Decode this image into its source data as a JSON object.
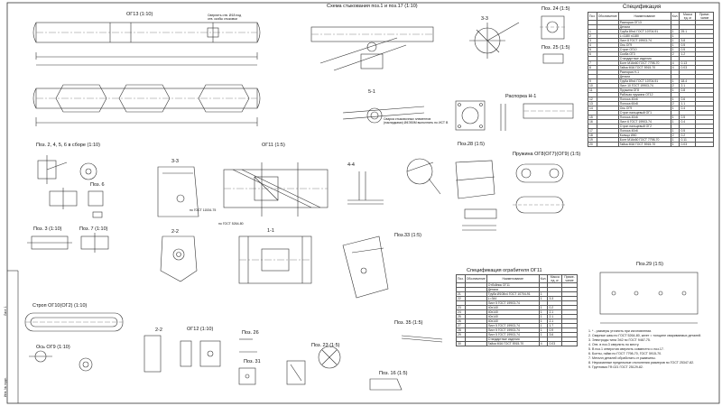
{
  "titles": {
    "og13": "ОГ13",
    "og13_scale": "(1:10)",
    "scheme": "Схема стыкования поз.1 и поз.17",
    "scheme_scale": "(1:10)",
    "pos24": "Поз. 24",
    "pos24_scale": "(1:5)",
    "sec33": "3-3",
    "pos25": "Поз. 25",
    "pos25_scale": "(1:5)",
    "spec": "Спецификация",
    "rasp": "Распорка Н-1",
    "sec51": "5-1",
    "pos2456": "Поз. 2, 4, 5, 6 в сборе",
    "pos2456_scale": "(1:10)",
    "og11": "ОГ11",
    "og11_scale": "(1:5)",
    "sec3b": "3-3",
    "sec44": "4-4",
    "pos28": "Поз.28",
    "pos28_scale": "(1:5)",
    "spring": "Пружина ОГ8(ОГ7)(ОГ9)",
    "spring_scale": "(1:5)",
    "pos6": "Поз. 6",
    "sec22": "2-2",
    "sec11": "1-1",
    "pos33": "Поз.33",
    "pos33_scale": "(1:5)",
    "pos3": "Поз. 3",
    "pos3_scale": "(1:10)",
    "pos7": "Поз. 7",
    "pos7_scale": "(1:10)",
    "strop": "Строп ОГ10(ОГ2)",
    "strop_scale": "(1:10)",
    "spec11": "Спецификация ограбителя ОГ11",
    "pos29": "Поз.29",
    "pos29_scale": "(1:5)",
    "pos35": "Поз. 35",
    "pos35_scale": "(1:5)",
    "axis": "Ось ОГ9",
    "axis_scale": "(1:10)",
    "sec22b": "2-2",
    "og12": "ОГ12",
    "og12_scale": "(1:10)",
    "pos26": "Поз. 26",
    "pos31": "Поз. 31",
    "pos23": "Поз. 23",
    "pos23_scale": "(1:5)",
    "pos16": "Поз. 16",
    "pos16_scale": "(1:5)"
  },
  "annotations": {
    "drill": "Сверлить отв. Ø18 под",
    "drill2": "отв. скобы стыковки",
    "weld1": "Сварка стыковочных элементов",
    "weld2": "(накладками) Ø4Э50М выполнить по ИСТ В",
    "gost1": "по ГОСТ 11534-75",
    "gost2": "по ГОСТ 5264-80"
  },
  "spec": {
    "headers": [
      "Поз.",
      "Обозначение",
      "Наименование",
      "Кол.",
      "Масса ед. кг",
      "Приме-чание"
    ],
    "rows": [
      [
        "",
        "",
        "Распорка ОГ13",
        "",
        "",
        ""
      ],
      [
        "",
        "",
        "Детали",
        "",
        "",
        ""
      ],
      [
        "1",
        "",
        "Труба 89х4 ГОСТ 10704-91",
        "1",
        "25.1",
        ""
      ],
      [
        "2",
        "",
        "L=1180 х1180",
        "1",
        "",
        ""
      ],
      [
        "3",
        "",
        "Лист 8 ГОСТ 19903-74",
        "1",
        "3.8",
        ""
      ],
      [
        "4",
        "",
        "Ось ОГ9",
        "1",
        "0.5",
        ""
      ],
      [
        "5",
        "",
        "Строп ОГ10",
        "1",
        "0.5",
        ""
      ],
      [
        "6",
        "",
        "Скоба ОГ3",
        "2",
        "1.2",
        ""
      ],
      [
        "",
        "",
        "Стандартные изделия",
        "",
        "",
        ""
      ],
      [
        "7",
        "",
        "Болт М16х60 ГОСТ 7798-70",
        "4",
        "0.13",
        ""
      ],
      [
        "8",
        "",
        "Гайка М16 ГОСТ 5915-70",
        "4",
        "0.03",
        ""
      ],
      [
        "",
        "",
        "Распорка Н-1",
        "",
        "",
        ""
      ],
      [
        "",
        "",
        "Детали",
        "",
        "",
        ""
      ],
      [
        "9",
        "",
        "Труба 89х4 ГОСТ 10704-91",
        "1",
        "18.4",
        ""
      ],
      [
        "10",
        "",
        "Лист 10 ГОСТ 19903-74",
        "2",
        "2.1",
        ""
      ],
      [
        "11",
        "",
        "Пружина ОГ8",
        "1",
        "0.8",
        ""
      ],
      [
        "",
        "",
        "Рабочая пружина ОГ12",
        "",
        "",
        ""
      ],
      [
        "12",
        "",
        "Полоса 40х6",
        "1",
        "0.6",
        ""
      ],
      [
        "13",
        "",
        "Полоса 60х8",
        "2",
        "1.1",
        ""
      ],
      [
        "14",
        "",
        "Ось ОГ9",
        "1",
        "0.4",
        ""
      ],
      [
        "",
        "",
        "Строп пальцевый ОГ1",
        "",
        "",
        ""
      ],
      [
        "15",
        "",
        "Полоса 40х6",
        "1",
        "0.5",
        ""
      ],
      [
        "16",
        "",
        "Лист 6 ГОСТ 19903-74",
        "1",
        "0.4",
        ""
      ],
      [
        "",
        "",
        "Строп пальцевый ОГ2",
        "",
        "",
        ""
      ],
      [
        "17",
        "",
        "Полоса 40х6",
        "1",
        "0.5",
        ""
      ],
      [
        "18",
        "",
        "Кольцо Ø40",
        "2",
        "0.2",
        ""
      ],
      [
        "19",
        "",
        "Болт М16х50 ГОСТ 7798-70",
        "1",
        "0.11",
        ""
      ],
      [
        "20",
        "",
        "Гайка М16 ГОСТ 5915-70",
        "1",
        "0.03",
        ""
      ]
    ]
  },
  "spec11": {
    "headers": [
      "Поз.",
      "Обозначение",
      "Наименование",
      "Кол.",
      "Масса ед. кг",
      "Приме-чание"
    ],
    "rows": [
      [
        "",
        "",
        "Отбойник ОГ11",
        "",
        "",
        ""
      ],
      [
        "",
        "",
        "Детали",
        "",
        "",
        ""
      ],
      [
        "21",
        "",
        "Труба Ø108х4 ГОСТ 10704-91",
        "1",
        "",
        ""
      ],
      [
        "22",
        "",
        "L=344",
        "1",
        "3.3",
        ""
      ],
      [
        "",
        "",
        "Лист 5 ГОСТ 19903-74",
        "",
        "",
        ""
      ],
      [
        "23",
        "",
        "40х140",
        "1",
        "0.2",
        ""
      ],
      [
        "24",
        "",
        "40х140",
        "1",
        "2.1",
        ""
      ],
      [
        "25",
        "",
        "40х140",
        "1",
        "2.1",
        ""
      ],
      [
        "26",
        "",
        "40х140",
        "1",
        "2.1",
        ""
      ],
      [
        "27",
        "",
        "Лист 5 ГОСТ 19903-74",
        "1",
        "1.7",
        ""
      ],
      [
        "28",
        "",
        "Лист 5 ГОСТ 19903-74",
        "1",
        "0.9",
        ""
      ],
      [
        "29",
        "",
        "Лист 5 ГОСТ 19903-74",
        "1",
        "3.6",
        ""
      ],
      [
        "",
        "",
        "Стандартные изделия",
        "",
        "",
        ""
      ],
      [
        "30",
        "",
        "Гайка М16 ГОСТ 5915-70",
        "4",
        "0.03",
        ""
      ]
    ]
  },
  "notes": [
    "1. * - размеры уточнить при изготовлении.",
    "2. Сварные швы по ГОСТ 5264-80, катет = толщине свариваемых деталей.",
    "3. Электроды типа Э42 по ГОСТ 9467-75.",
    "4. Отв. в поз.3 сверлить по месту.",
    "5. В поз.1 отверстия сверлить совместно с поз.17.",
    "6. Болты, гайки по ГОСТ 7798-70, ГОСТ 5915-70.",
    "7. Металл деталей обработать от ржавчины.",
    "8. Неуказанные предельные отклонения размеров по ГОСТ 25347-82.",
    "9. Грунтовка ГФ-021 ГОСТ 25129-82."
  ],
  "stamp": {
    "sheet": "Лист 1",
    "inv": "Инв. № подл."
  }
}
